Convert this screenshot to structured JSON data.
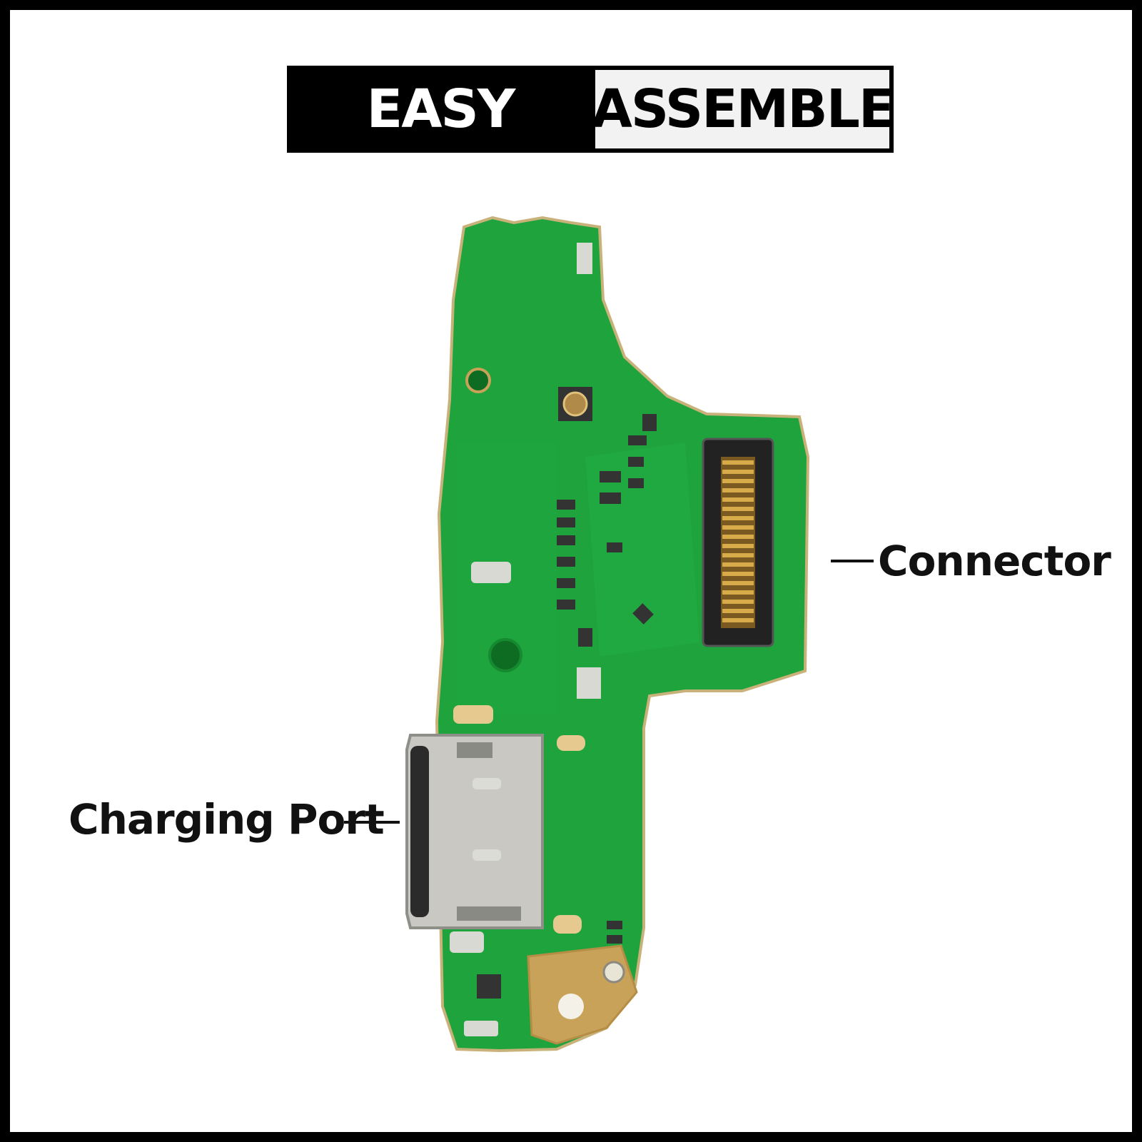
{
  "banner": {
    "left_text": "EASY",
    "right_text": "ASSEMBLE"
  },
  "labels": {
    "connector": "Connector",
    "charging_port": "Charging Port"
  },
  "colors": {
    "pcb_green": "#1fa33c",
    "pcb_dark_green": "#168a30",
    "gold": "#c9a259",
    "metal": "#c7c7c2",
    "background": "#ffffff",
    "frame": "#000000"
  }
}
